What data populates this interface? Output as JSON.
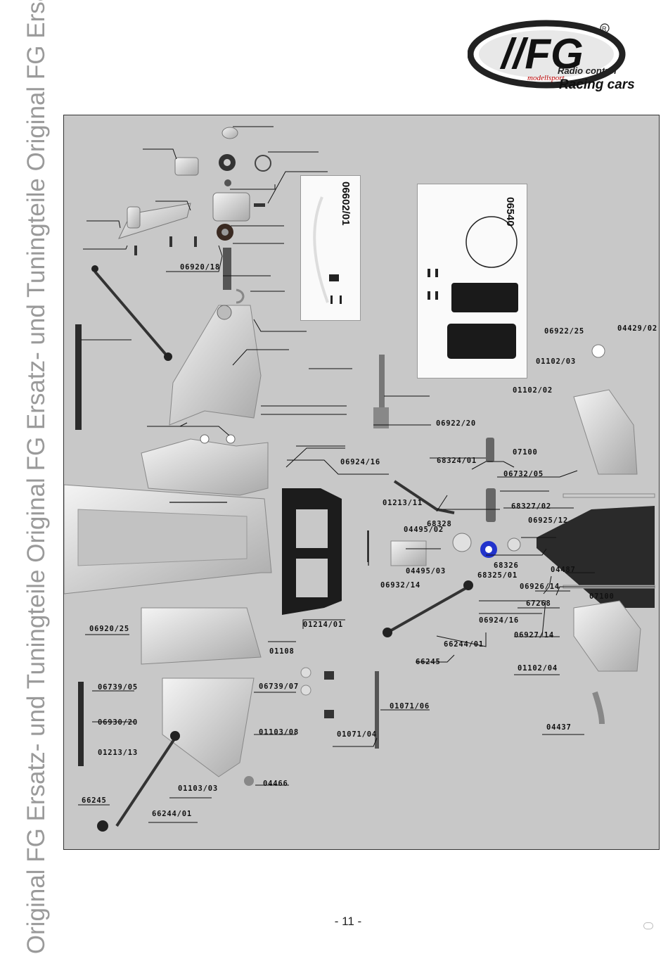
{
  "side_text": "Original FG Ersatz- und Tuningteile    Original FG Ersatz- und Tuningteile    Original FG Ersatz-",
  "logo": {
    "tagline": "Radio control",
    "name": "Racing cars",
    "script": "modellsport",
    "trademark": "®"
  },
  "insets": {
    "left_code": "06602/01",
    "right_code": "06540"
  },
  "labels": {
    "l06920_18": "06920/18",
    "l06922_25": "06922/25",
    "l04429_02": "04429/02",
    "l01102_03": "01102/03",
    "l01102_02": "01102/02",
    "l06922_20": "06922/20",
    "l06924_16a": "06924/16",
    "l68324_01": "68324/01",
    "l07100a": "07100",
    "l06732_05": "06732/05",
    "l01213_11": "01213/11",
    "l68327_02": "68327/02",
    "l06925_12": "06925/12",
    "l68328": "68328",
    "l04495_02": "04495/02",
    "l04495_03": "04495/03",
    "l68326": "68326",
    "l68325_01": "68325/01",
    "l04487": "04487",
    "l06926_14": "06926/14",
    "l06932_14": "06932/14",
    "l67268": "67268",
    "l07100b": "07100",
    "l01214_01": "01214/01",
    "l06924_16b": "06924/16",
    "l06920_25": "06920/25",
    "l66244_01a": "66244/01",
    "l06927_14": "06927/14",
    "l01108": "01108",
    "l66245a": "66245",
    "l01102_04": "01102/04",
    "l06739_05": "06739/05",
    "l06739_07": "06739/07",
    "l01071_06": "01071/06",
    "l06930_20": "06930/20",
    "l01103_08": "01103/08",
    "l01071_04": "01071/04",
    "l04437": "04437",
    "l01213_13": "01213/13",
    "l04466": "04466",
    "l01103_03": "01103/03",
    "l66245b": "66245",
    "l66244_01b": "66244/01"
  },
  "page_number": "- 11 -"
}
